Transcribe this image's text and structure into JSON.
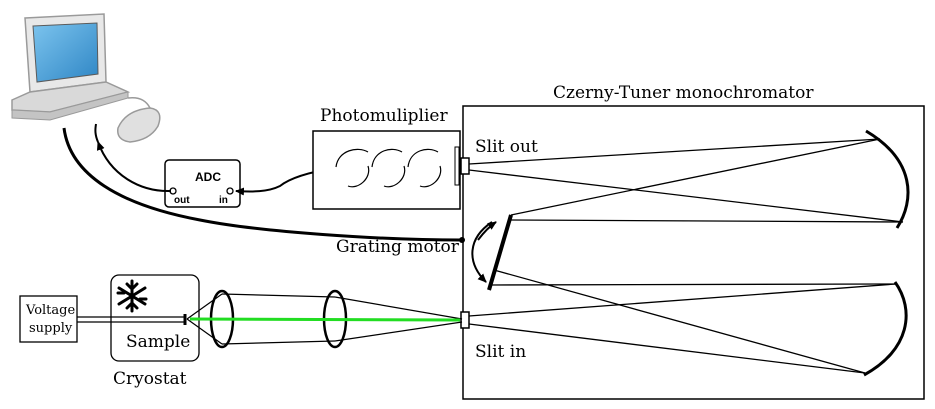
{
  "labels": {
    "monochromator": "Czerny-Tuner monochromator",
    "photomultiplier": "Photomuliplier",
    "slit_out": "Slit out",
    "slit_in": "Slit in",
    "grating_motor": "Grating motor",
    "adc": "ADC",
    "adc_out": "out",
    "adc_in": "in",
    "voltage_supply_line1": "Voltage",
    "voltage_supply_line2": "supply",
    "sample": "Sample",
    "cryostat": "Cryostat"
  },
  "icons": {
    "computer": "computer-icon",
    "snowflake": "snowflake-icon"
  },
  "colors": {
    "laser_beam": "#22dd22",
    "line": "#000000",
    "screen": "#3ea0d8"
  }
}
